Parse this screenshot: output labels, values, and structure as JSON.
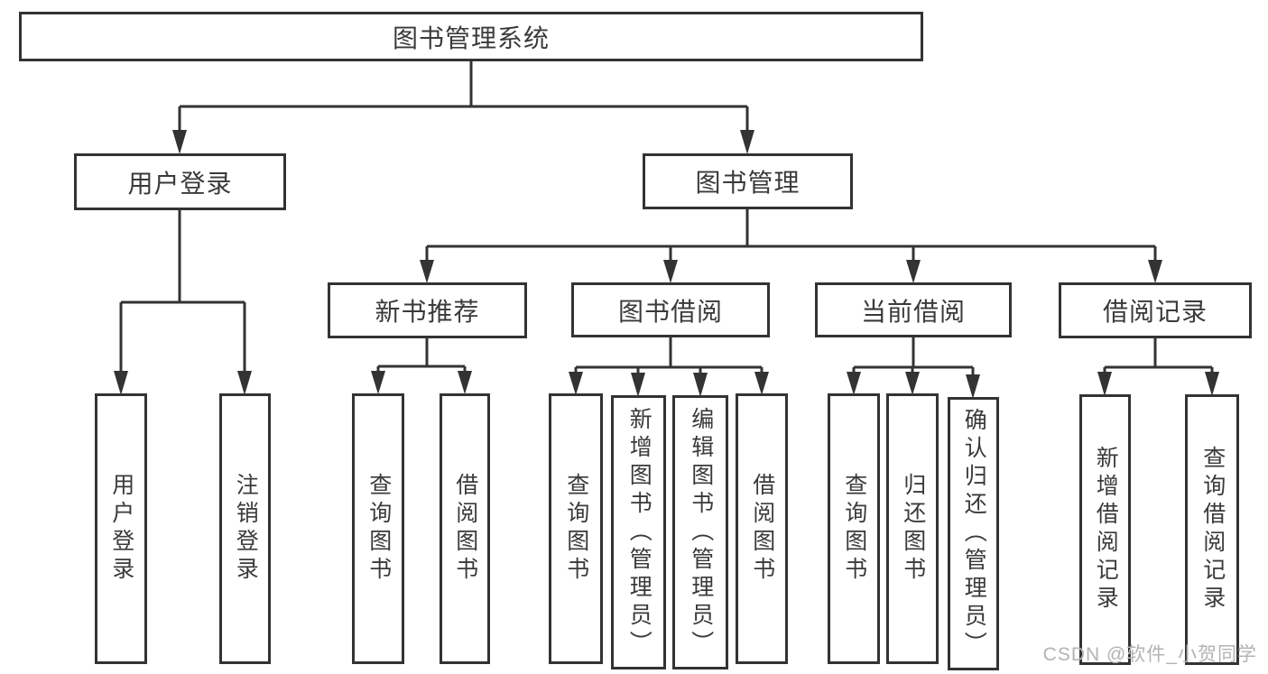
{
  "diagram": {
    "title": "图书管理系统",
    "nodes": {
      "root": "图书管理系统",
      "user_login": "用户登录",
      "book_mgmt": "图书管理",
      "new_book_rec": "新书推荐",
      "book_borrow": "图书借阅",
      "current_borrow": "当前借阅",
      "borrow_record": "借阅记录"
    },
    "leaves": {
      "user_login": "用户登录",
      "logout": "注销登录",
      "query_books_1": "查询图书",
      "borrow_books_1": "借阅图书",
      "query_books_2": "查询图书",
      "add_books_admin": "新增图书（管理员）",
      "edit_books_admin": "编辑图书（管理员）",
      "borrow_books_2": "借阅图书",
      "query_books_3": "查询图书",
      "return_books": "归还图书",
      "confirm_return_admin": "确认归还（管理员）",
      "add_borrow_record": "新增借阅记录",
      "query_borrow_record": "查询借阅记录"
    },
    "colors": {
      "line": "#333333",
      "border": "#333333",
      "text": "#3a3a3a",
      "background": "#ffffff",
      "watermark": "#b3b3b3"
    }
  },
  "watermark": {
    "text": "CSDN @软件_小贺同学"
  }
}
